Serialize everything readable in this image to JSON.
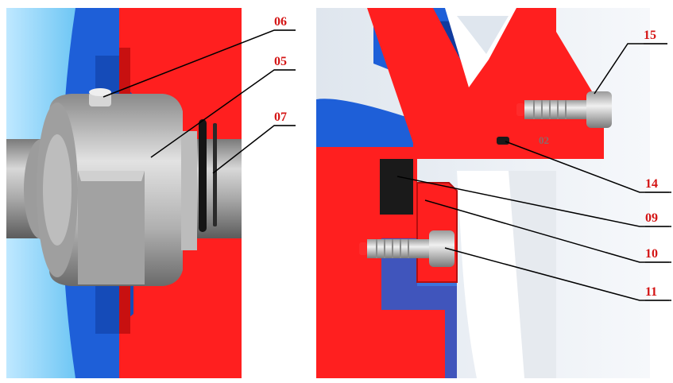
{
  "colors": {
    "housing": "#ff1f1f",
    "housing_dark": "#b40f0f",
    "casing_blue": "#1e5fd8",
    "casing_blue_dark": "#0b2c86",
    "shaft_grey": "#b8b8b8",
    "nut_grey": "#c9c9c9",
    "seal_black": "#1a1a1a",
    "label": "#d41414"
  },
  "callouts": {
    "c06": "06",
    "c05": "05",
    "c07": "07",
    "c15": "15",
    "c02": "02",
    "c14": "14",
    "c09": "09",
    "c10": "10",
    "c11": "11"
  }
}
